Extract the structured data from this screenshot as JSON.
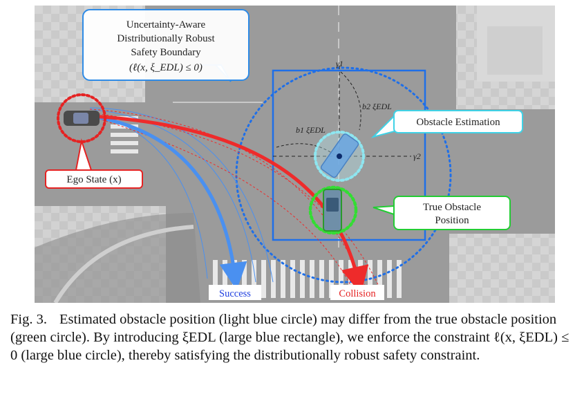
{
  "figure": {
    "callouts": {
      "boundary": {
        "lines": [
          "Uncertainty-Aware",
          "Distributionally Robust",
          "Safety Boundary",
          "(ℓ(x, ξ_EDL) ≤ 0)"
        ],
        "color": "#2f8be6"
      },
      "ego_state": {
        "text": "Ego State (x)",
        "color": "#e52222"
      },
      "obstacle_estimation": {
        "text": "Obstacle Estimation",
        "color": "#3fd2e6"
      },
      "true_obstacle": {
        "lines": [
          "True Obstacle",
          "Position"
        ],
        "color": "#22cc33"
      }
    },
    "axis_labels": {
      "gamma1": "γ1",
      "gamma2": "γ2",
      "b1": "b1 ξEDL",
      "b2": "b2 ξEDL"
    },
    "outcome_labels": {
      "success": {
        "text": "Success",
        "color": "#2040e0"
      },
      "collision": {
        "text": "Collision",
        "color": "#e52222"
      }
    },
    "colors": {
      "robust_boundary": "#1f6fe8",
      "success_path": "#4a90f0",
      "collision_path": "#ee2b2b",
      "ego_marker": "#e52222",
      "estimate_marker": "#8ee6f0",
      "true_marker": "#33dd33"
    }
  },
  "caption": {
    "label": "Fig. 3.",
    "text": "Estimated obstacle position (light blue circle) may differ from the true obstacle position (green circle). By introducing ξEDL (large blue rectangle), we enforce the constraint ℓ(x, ξEDL) ≤ 0 (large blue circle), thereby satisfying the distributionally robust safety constraint."
  }
}
